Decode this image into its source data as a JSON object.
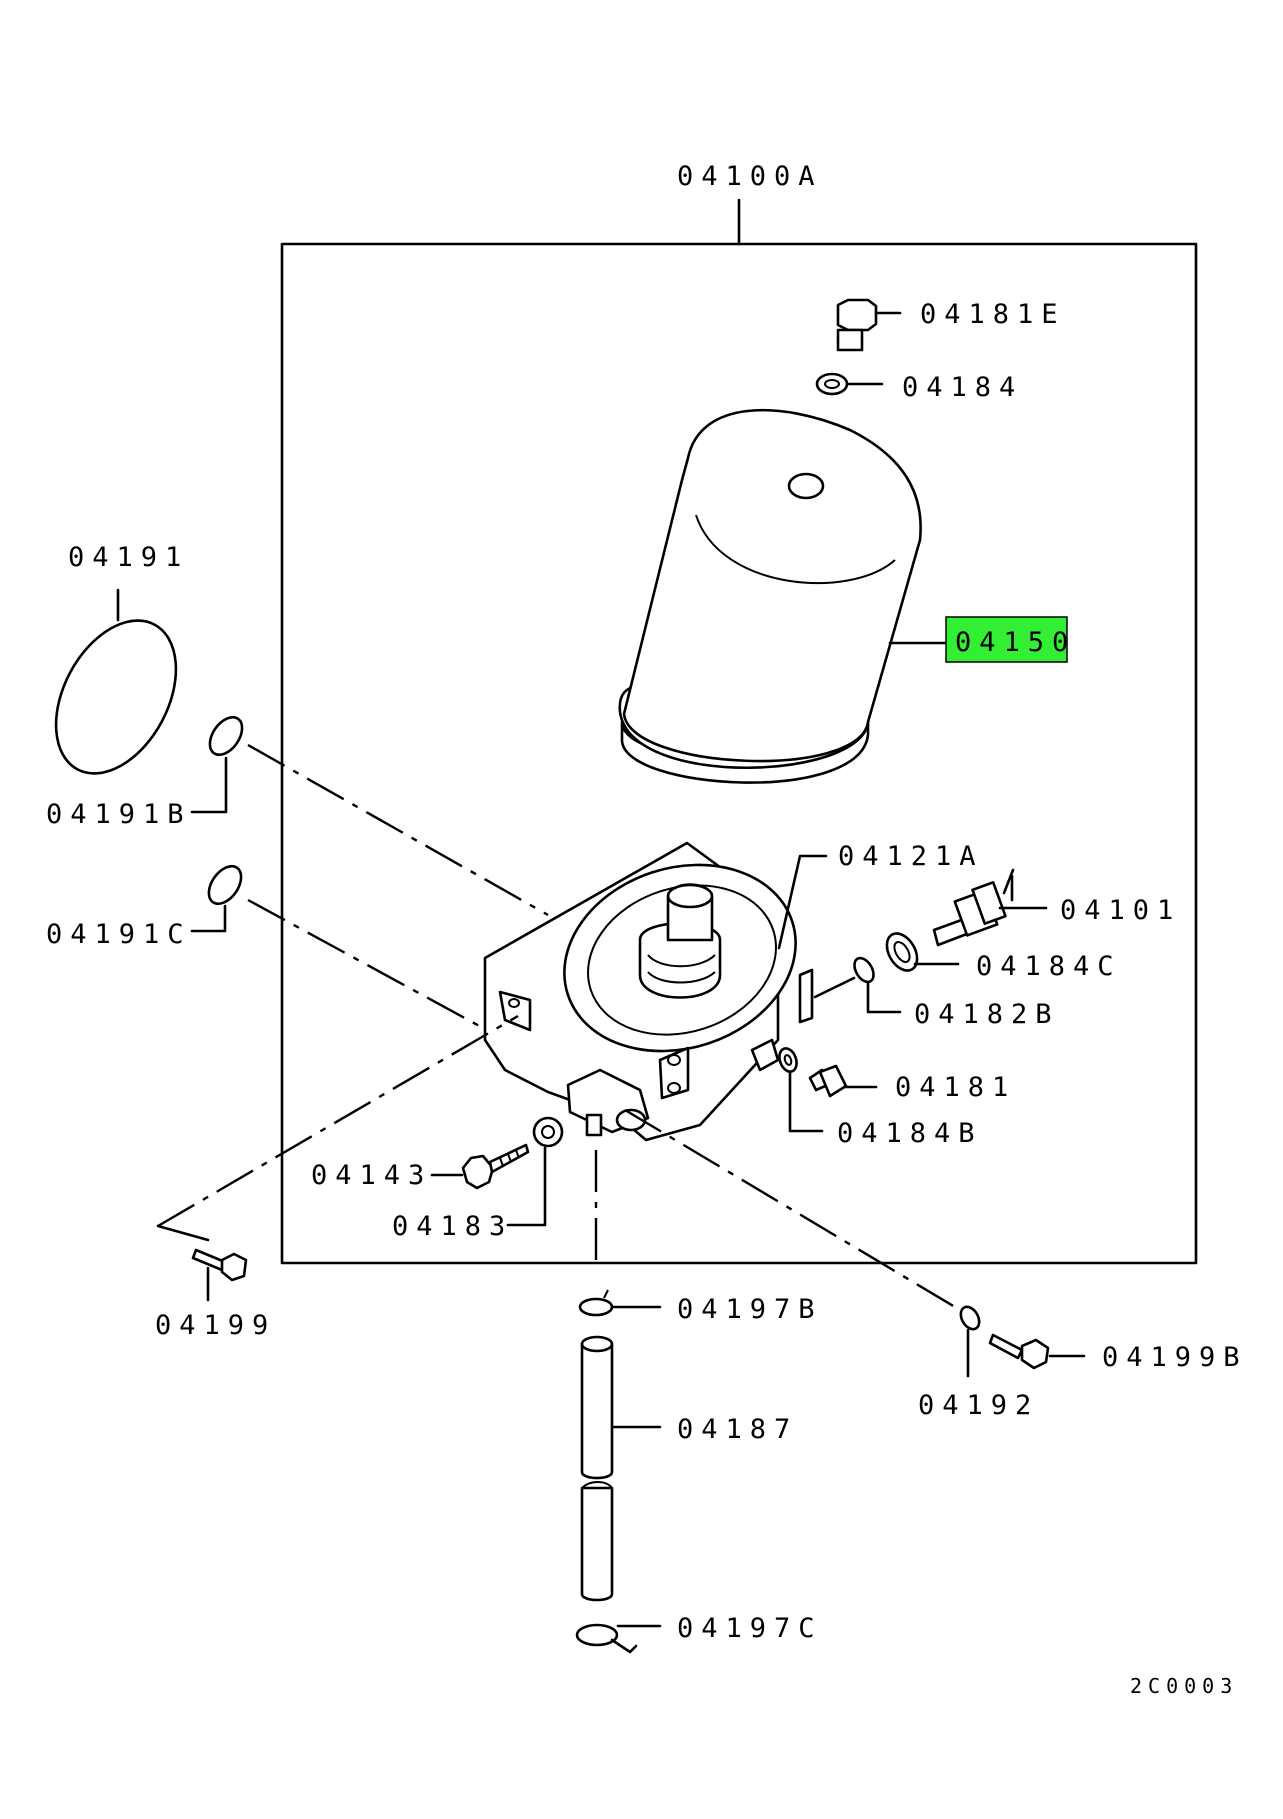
{
  "diagram": {
    "assembly_label": "04100A",
    "highlight_color": "#33ee33",
    "drawing_code": "2C0003",
    "parts": {
      "p04181E": "04181E",
      "p04184": "04184",
      "p04191": "04191",
      "p04150": "04150",
      "p04191B": "04191B",
      "p04121A": "04121A",
      "p04101": "04101",
      "p04191C": "04191C",
      "p04184C": "04184C",
      "p04182B": "04182B",
      "p04181": "04181",
      "p04184B": "04184B",
      "p04143": "04143",
      "p04183": "04183",
      "p04199": "04199",
      "p04197B": "04197B",
      "p04199B": "04199B",
      "p04192": "04192",
      "p04187": "04187",
      "p04197C": "04197C"
    }
  }
}
